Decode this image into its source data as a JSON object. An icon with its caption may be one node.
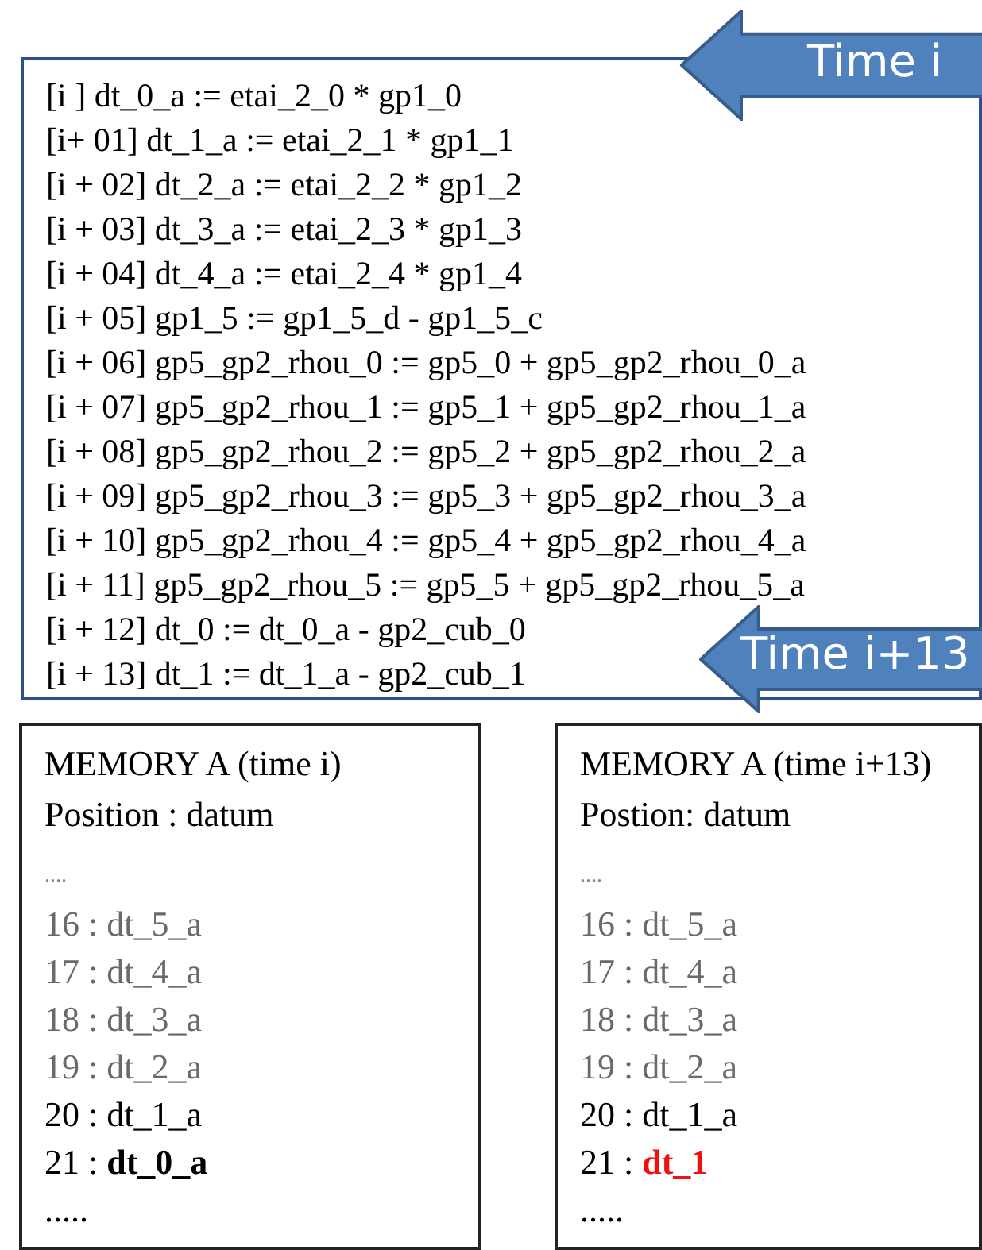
{
  "diagram": {
    "nodes": [
      {
        "text": [
          "[i ] dt_0_a := etai_2_0 * gp1_0",
          "[i+ 01] dt_1_a := etai_2_1 * gp1_1",
          "[i + 02] dt_2_a := etai_2_2 * gp1_2",
          "[i + 03] dt_3_a := etai_2_3 * gp1_3",
          "[i + 04] dt_4_a := etai_2_4 * gp1_4",
          "[i + 05] gp1_5 := gp1_5_d - gp1_5_c",
          "[i + 06] gp5_gp2_rhou_0 := gp5_0 + gp5_gp2_rhou_0_a",
          "[i + 07] gp5_gp2_rhou_1 := gp5_1 + gp5_gp2_rhou_1_a",
          "[i + 08] gp5_gp2_rhou_2 := gp5_2 + gp5_gp2_rhou_2_a",
          "[i + 09] gp5_gp2_rhou_3 := gp5_3 + gp5_gp2_rhou_3_a",
          "[i + 10] gp5_gp2_rhou_4 := gp5_4 + gp5_gp2_rhou_4_a",
          "[i + 11] gp5_gp2_rhou_5 := gp5_5 + gp5_gp2_rhou_5_a",
          "[i + 12] dt_0 := dt_0_a - gp2_cub_0",
          "[i + 13] dt_1 := dt_1_a - gp2_cub_1"
        ]
      },
      {
        "text": [
          "Time i"
        ]
      },
      {
        "text": [
          "Time i+13"
        ]
      },
      {
        "text": [
          "MEMORY A (time i)",
          "Position : datum",
          "....",
          "16 : dt_5_a",
          "17 : dt_4_a",
          "18 : dt_3_a",
          "19 : dt_2_a",
          "20 : dt_1_a",
          "21 : **dt_0_a**",
          "....."
        ]
      },
      {
        "text": [
          "MEMORY A (time i+13)",
          "Postion: datum",
          "....",
          "16 : dt_5_a",
          "17 : dt_4_a",
          "18 : dt_3_a",
          "19 : dt_2_a",
          "20 : dt_1_a",
          "21 : **dt_1**",
          "....."
        ]
      }
    ]
  }
}
